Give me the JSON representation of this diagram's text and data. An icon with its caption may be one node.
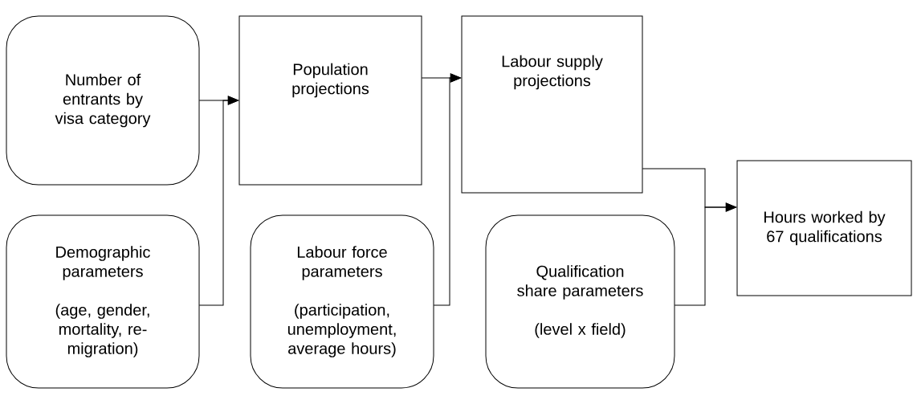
{
  "diagram": {
    "nodes": [
      {
        "text": [
          "Number of entrants by visa category"
        ]
      },
      {
        "text": [
          "Demographic parameters",
          "(age, gender, mortality, re-migration)"
        ]
      },
      {
        "text": [
          "Population projections"
        ]
      },
      {
        "text": [
          "Labour force parameters",
          "(participation, unemployment, average hours)"
        ]
      },
      {
        "text": [
          "Labour supply projections"
        ]
      },
      {
        "text": [
          "Qualification share parameters",
          "(level x field)"
        ]
      },
      {
        "text": [
          "Hours worked by 67 qualifications"
        ]
      }
    ],
    "edges": [
      {
        "from": 0,
        "to": 2,
        "arrow": "to"
      },
      {
        "from": 1,
        "to": 2,
        "arrow": "to"
      },
      {
        "from": 2,
        "to": 4,
        "arrow": "to"
      },
      {
        "from": 3,
        "to": 4,
        "arrow": "to"
      },
      {
        "from": 4,
        "to": 6,
        "arrow": "to"
      },
      {
        "from": 5,
        "to": 6,
        "arrow": "to"
      }
    ]
  }
}
